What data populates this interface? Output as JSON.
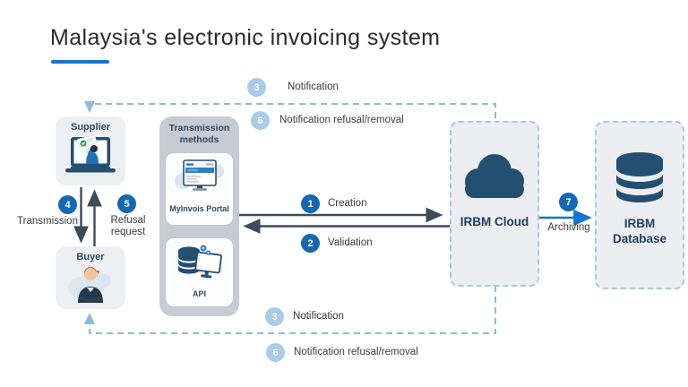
{
  "title": "Malaysia's electronic invoicing system",
  "nodes": {
    "supplier": "Supplier",
    "buyer": "Buyer",
    "transmission_methods": "Transmission methods",
    "myinvois_portal": "MyInvois Portal",
    "api": "API",
    "irbm_cloud": "IRBM Cloud",
    "irbm_database": "IRBM Database"
  },
  "steps": {
    "creation": {
      "num": "1",
      "label": "Creation"
    },
    "validation": {
      "num": "2",
      "label": "Validation"
    },
    "notification": {
      "num": "3",
      "label": "Notification"
    },
    "transmission": {
      "num": "4",
      "label": "Transmission"
    },
    "refusal_request": {
      "num": "5",
      "label": "Refusal request"
    },
    "notification_refusal": {
      "num": "6",
      "label": "Notification refusal/removal"
    },
    "archiving": {
      "num": "7",
      "label": "Archiving"
    }
  },
  "colors": {
    "accent_blue": "#1b74c8",
    "dark_navy": "#254e73",
    "step_circle_dark": "#1268b3",
    "step_circle_light": "#a9cce8",
    "dashed_line": "#8cbae3",
    "arrow_dark": "#3f4b5b",
    "archive_arrow": "#1574d4",
    "node_fill": "#edeff2",
    "methods_fill": "#c6cbd4"
  }
}
